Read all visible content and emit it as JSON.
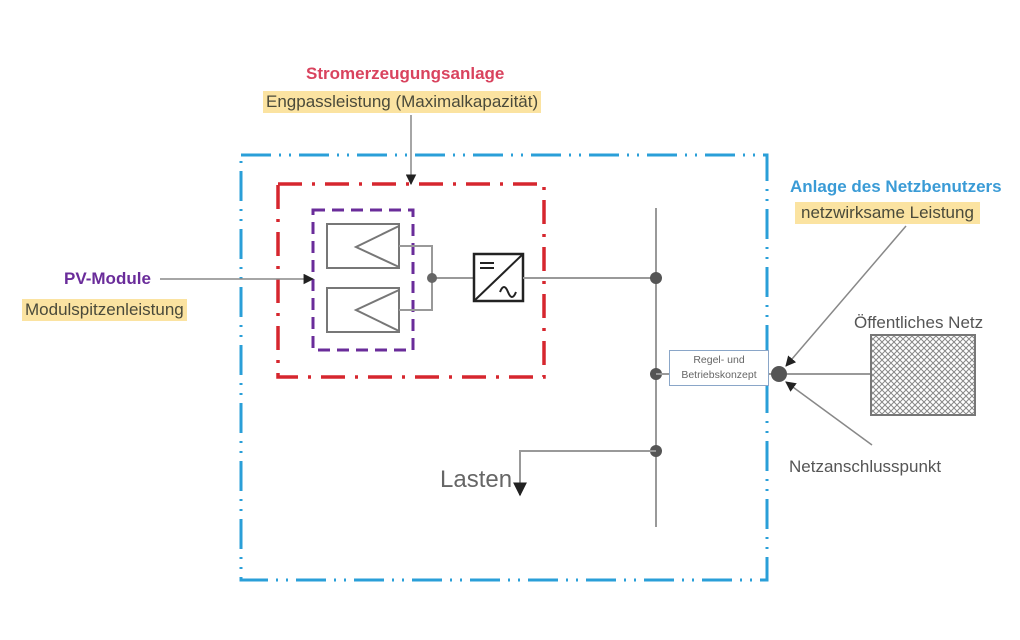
{
  "diagram": {
    "stromerzeugungsanlage": {
      "title": "Stromerzeugungsanlage",
      "subtitle": "Engpassleistung (Maximalkapazität)",
      "color": "#d9435e"
    },
    "pv_module": {
      "title": "PV-Module",
      "subtitle": "Modulspitzenleistung",
      "color": "#6a2c9a"
    },
    "netzbenutzer": {
      "title": "Anlage des Netzbenutzers",
      "subtitle": "netzwirksame Leistung",
      "color": "#3a9bd6"
    },
    "control_box": {
      "line1": "Regel- und",
      "line2": "Betriebskonzept"
    },
    "public_grid": {
      "label": "Öffentliches Netz"
    },
    "connection_point": {
      "label": "Netzanschlusspunkt"
    },
    "loads": {
      "label": "Lasten"
    },
    "highlight_color": "#fbe3a1"
  }
}
